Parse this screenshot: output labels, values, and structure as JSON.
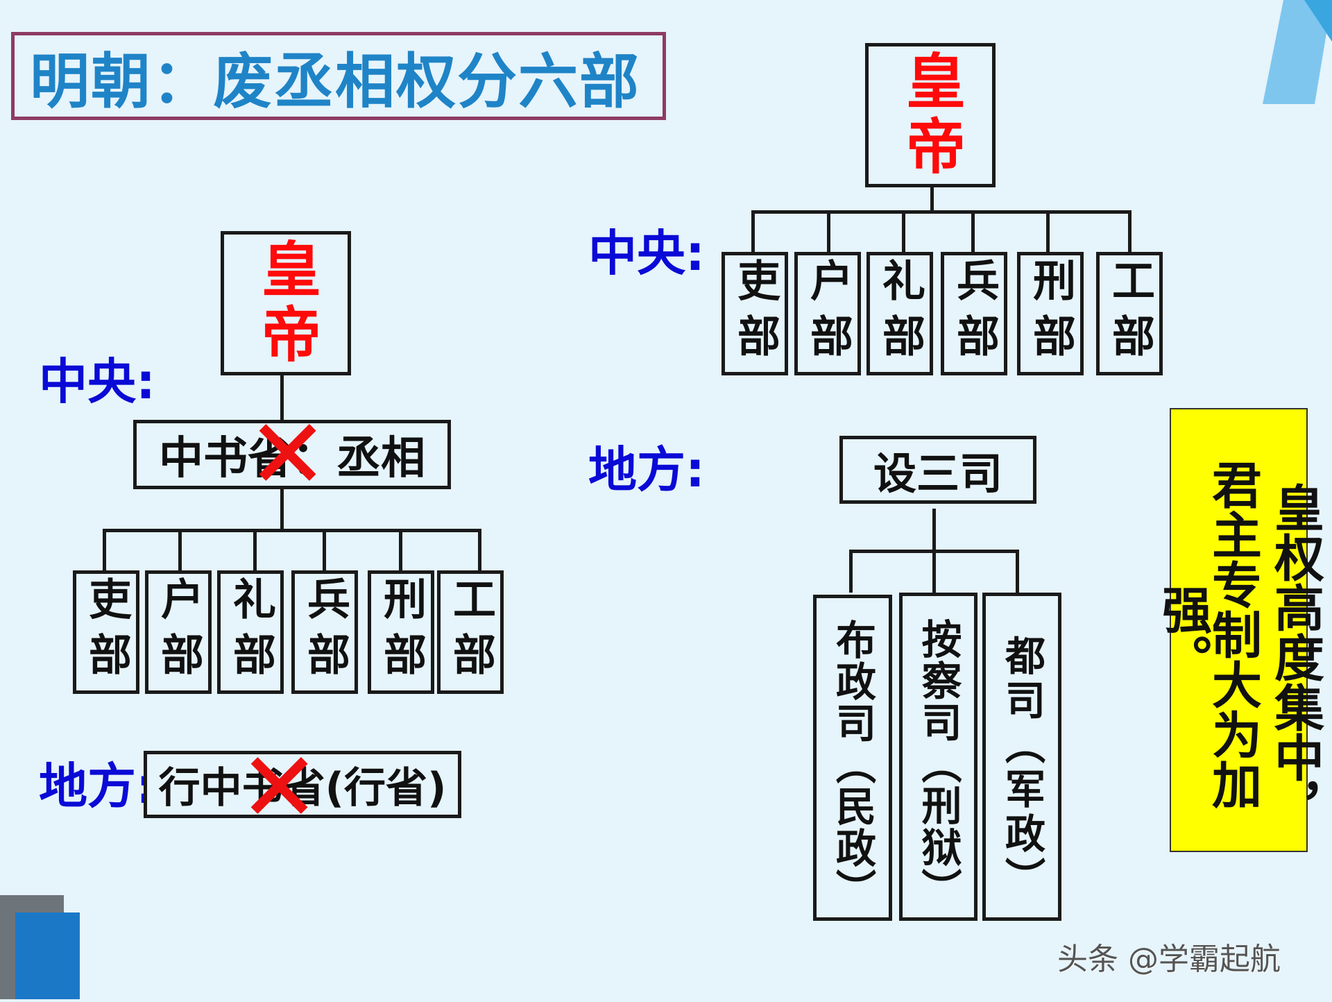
{
  "title": "明朝：废丞相权分六部",
  "colors": {
    "background": "#e6f4fb",
    "title_text": "#1f84c7",
    "title_border": "#8e3b63",
    "label_blue": "#0a0ad6",
    "emperor_red": "#ff0a0a",
    "cross_red": "#ee1111",
    "note_yellow": "#ffff00"
  },
  "left": {
    "central_label": "中央:",
    "local_label": "地方:",
    "emperor": "皇帝",
    "secretariat": "中书省：丞相",
    "local_unit": "行中书省(行省)",
    "ministries": [
      "吏部",
      "户部",
      "礼部",
      "兵部",
      "刑部",
      "工部"
    ]
  },
  "right": {
    "central_label": "中央:",
    "local_label": "地方:",
    "emperor": "皇帝",
    "ministries": [
      "吏部",
      "户部",
      "礼部",
      "兵部",
      "刑部",
      "工部"
    ],
    "three_si": "设三司",
    "si_units": [
      "布政司（民政）",
      "按察司（刑狱）",
      "都司（军政）"
    ]
  },
  "note": {
    "line1": "皇权高度集中，",
    "line2": "君主专制大为加强。"
  },
  "watermark": "头条 @学霸起航",
  "icons": [
    "cross-mark-icon",
    "cross-mark-icon"
  ]
}
